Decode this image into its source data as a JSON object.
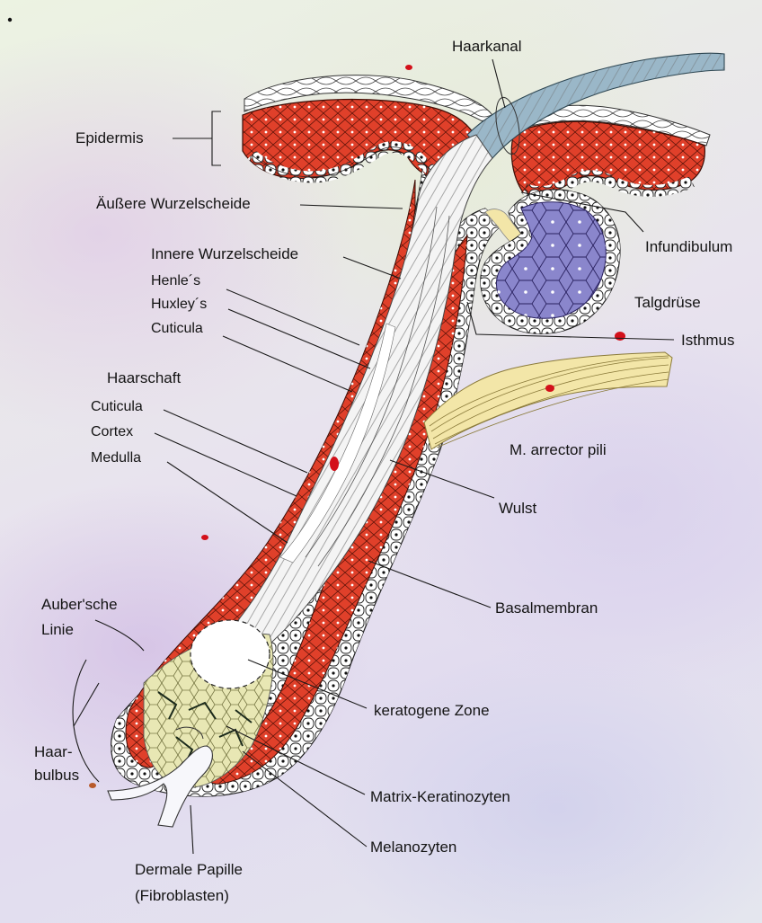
{
  "labels": {
    "haarkanal": "Haarkanal",
    "epidermis": "Epidermis",
    "aeussere_wurzelscheide": "Äußere Wurzelscheide",
    "infundibulum": "Infundibulum",
    "innere_wurzelscheide": "Innere Wurzelscheide",
    "henle": "Henle´s",
    "huxley": "Huxley´s",
    "cuticula_1": "Cuticula",
    "talgdruese": "Talgdrüse",
    "isthmus": "Isthmus",
    "haarschaft": "Haarschaft",
    "cuticula_2": "Cuticula",
    "cortex": "Cortex",
    "medulla": "Medulla",
    "arrector": "M. arrector pili",
    "wulst": "Wulst",
    "basalmembran": "Basalmembran",
    "auber_1": "Auber'sche",
    "auber_2": "Linie",
    "keratogene": "keratogene Zone",
    "haarbulbus_1": "Haar-",
    "haarbulbus_2": "bulbus",
    "matrix": "Matrix-Keratinozyten",
    "melanozyten": "Melanozyten",
    "papille_1": "Dermale Papille",
    "papille_2": "(Fibroblasten)"
  },
  "colors": {
    "epithelium_red": "#e0402a",
    "sebaceous_purple": "#8a86cc",
    "muscle_yellow": "#f3e6a8",
    "matrix_yellow": "#e8e7b4",
    "hair_shaft_blue": "#9ab7c8",
    "cell_outline": "#222222",
    "label_text": "#141414"
  }
}
